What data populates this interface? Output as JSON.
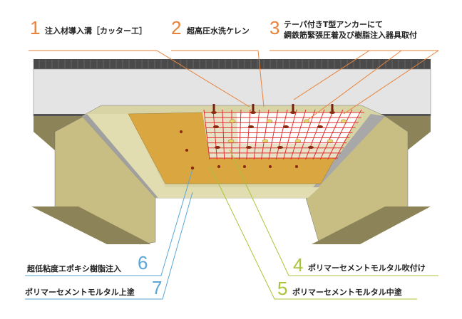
{
  "colors": {
    "orange": "#e8823a",
    "blue": "#5aa6d6",
    "green": "#a8c43a"
  },
  "steps": [
    {
      "number": "1",
      "label": "注入材導入溝［カッター工］"
    },
    {
      "number": "2",
      "label": "超高圧水洗ケレン"
    },
    {
      "number": "3",
      "label_line1": "テーパ付きT型アンカーにて",
      "label_line2": "網鉄筋緊張圧着及び樹脂注入器具取付"
    },
    {
      "number": "4",
      "label": "ポリマーセメントモルタル吹付け"
    },
    {
      "number": "5",
      "label": "ポリマーセメントモルタル中塗"
    },
    {
      "number": "6",
      "label": "超低粘度エポキシ樹脂注入"
    },
    {
      "number": "7",
      "label": "ポリマーセメントモルタル上塗"
    }
  ]
}
